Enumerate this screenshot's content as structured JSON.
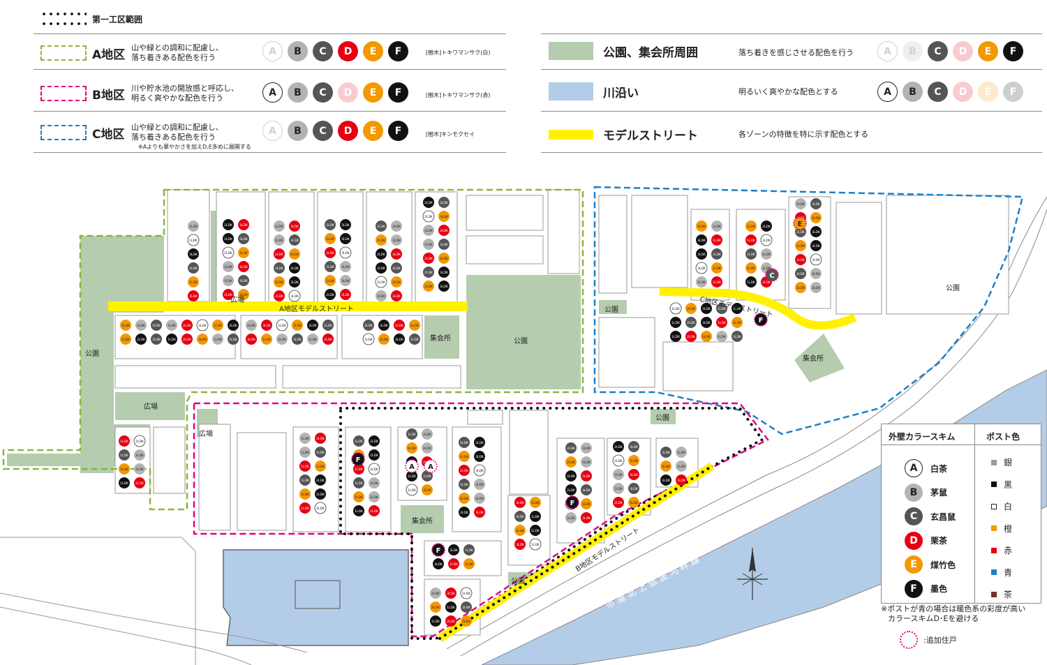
{
  "legend": {
    "phase1_label": "第一工区範囲",
    "zones": [
      {
        "name": "A地区",
        "desc_line1": "山や緑との調和に配慮し、",
        "desc_line2": "落ち着きある配色を行う",
        "tree": "[樹木]トキワマンサク(白)",
        "color": "#8cb43c",
        "chips": [
          {
            "key": "A",
            "active": false
          },
          {
            "key": "B",
            "active": true
          },
          {
            "key": "C",
            "active": true
          },
          {
            "key": "D",
            "active": true
          },
          {
            "key": "E",
            "active": true
          },
          {
            "key": "F",
            "active": true
          }
        ]
      },
      {
        "name": "B地区",
        "desc_line1": "川や貯水池の開放感と呼応し、",
        "desc_line2": "明るく爽やかな配色を行う",
        "tree": "[樹木]トキワマンサク(赤)",
        "color": "#e4007f",
        "chips": [
          {
            "key": "A",
            "active": true
          },
          {
            "key": "B",
            "active": true
          },
          {
            "key": "C",
            "active": true
          },
          {
            "key": "D",
            "active": false
          },
          {
            "key": "E",
            "active": true
          },
          {
            "key": "F",
            "active": true
          }
        ]
      },
      {
        "name": "C地区",
        "desc_line1": "山や緑との調和に配慮し、",
        "desc_line2": "落ち着きある配色を行う",
        "tree": "[樹木]キンモクセイ",
        "color": "#1a7fc8",
        "note": "※Aよりも華やかさを加えD,E多めに展開する",
        "chips": [
          {
            "key": "A",
            "active": false
          },
          {
            "key": "B",
            "active": true
          },
          {
            "key": "C",
            "active": true
          },
          {
            "key": "D",
            "active": true
          },
          {
            "key": "E",
            "active": true
          },
          {
            "key": "F",
            "active": true
          }
        ]
      }
    ],
    "areas": [
      {
        "name": "公園、集会所周囲",
        "desc": "落ち着きを感じさせる配色を行う",
        "color": "#b5ccaf",
        "chips": [
          {
            "key": "A",
            "active": false
          },
          {
            "key": "B",
            "active": false
          },
          {
            "key": "C",
            "active": true
          },
          {
            "key": "D",
            "active": false
          },
          {
            "key": "E",
            "active": true
          },
          {
            "key": "F",
            "active": true
          }
        ]
      },
      {
        "name": "川沿い",
        "desc": "明るいく爽やかな配色とする",
        "color": "#b3cce8",
        "chips": [
          {
            "key": "A",
            "active": true
          },
          {
            "key": "B",
            "active": true
          },
          {
            "key": "C",
            "active": true
          },
          {
            "key": "D",
            "active": false
          },
          {
            "key": "E",
            "active": false
          },
          {
            "key": "F",
            "active": false
          }
        ]
      },
      {
        "name": "モデルストリート",
        "desc": "各ゾーンの特徴を特に示す配色とする",
        "color": "#fff100"
      }
    ]
  },
  "map": {
    "labels": {
      "park_a_west": "公園",
      "park_center": "公園",
      "park_c_west": "公園",
      "park_c_east": "公園",
      "park_b_top": "公園",
      "park_b_bottom": "公園",
      "plaza_a1": "広場",
      "plaza_a2": "広場",
      "plaza_b": "広場",
      "hall_a": "集会所",
      "hall_c": "集会所",
      "hall_b": "集会所",
      "street_a": "A地区モデルストリート",
      "street_b": "B地区モデルストリート",
      "street_c": "C地区モデルストリート",
      "railway": "市道北上追波河畔線"
    },
    "markers": [
      {
        "l": "A",
        "c": "A"
      },
      {
        "l": "A",
        "c": "A"
      },
      {
        "l": "C",
        "c": "C"
      },
      {
        "l": "E",
        "c": "E"
      },
      {
        "l": "F",
        "c": "F"
      },
      {
        "l": "F",
        "c": "F"
      },
      {
        "l": "F",
        "c": "F"
      },
      {
        "l": "F",
        "c": "F"
      }
    ],
    "lot_codes": [
      "1LDK",
      "2LDK",
      "3LDK"
    ],
    "river_color": "#b3cce8",
    "green_color": "#b5ccaf",
    "street_color": "#fff100"
  },
  "scheme": {
    "title": "外壁カラースキム",
    "post_title": "ポスト色",
    "rows": [
      {
        "key": "A",
        "name": "白茶"
      },
      {
        "key": "B",
        "name": "茅鼠"
      },
      {
        "key": "C",
        "name": "玄昌鼠"
      },
      {
        "key": "D",
        "name": "栗茶"
      },
      {
        "key": "E",
        "name": "煤竹色"
      },
      {
        "key": "F",
        "name": "墨色"
      }
    ],
    "posts": [
      {
        "name": "銀",
        "color": "#9a9a9a"
      },
      {
        "name": "黒",
        "color": "#111111"
      },
      {
        "name": "白",
        "color": "#ffffff"
      },
      {
        "name": "橙",
        "color": "#f39800"
      },
      {
        "name": "赤",
        "color": "#e60012"
      },
      {
        "name": "青",
        "color": "#1a7fc8"
      },
      {
        "name": "茶",
        "color": "#6b3a1e"
      }
    ],
    "note1": "※ポストが青の場合は暖色系の彩度が高い",
    "note2": "カラースキムD･Eを避ける",
    "added_label": ":追加住戸"
  },
  "colors": {
    "A": "#ffffff",
    "B": "#b3b3b3",
    "C": "#555555",
    "D": "#e60012",
    "E": "#f39800",
    "F": "#111111"
  }
}
